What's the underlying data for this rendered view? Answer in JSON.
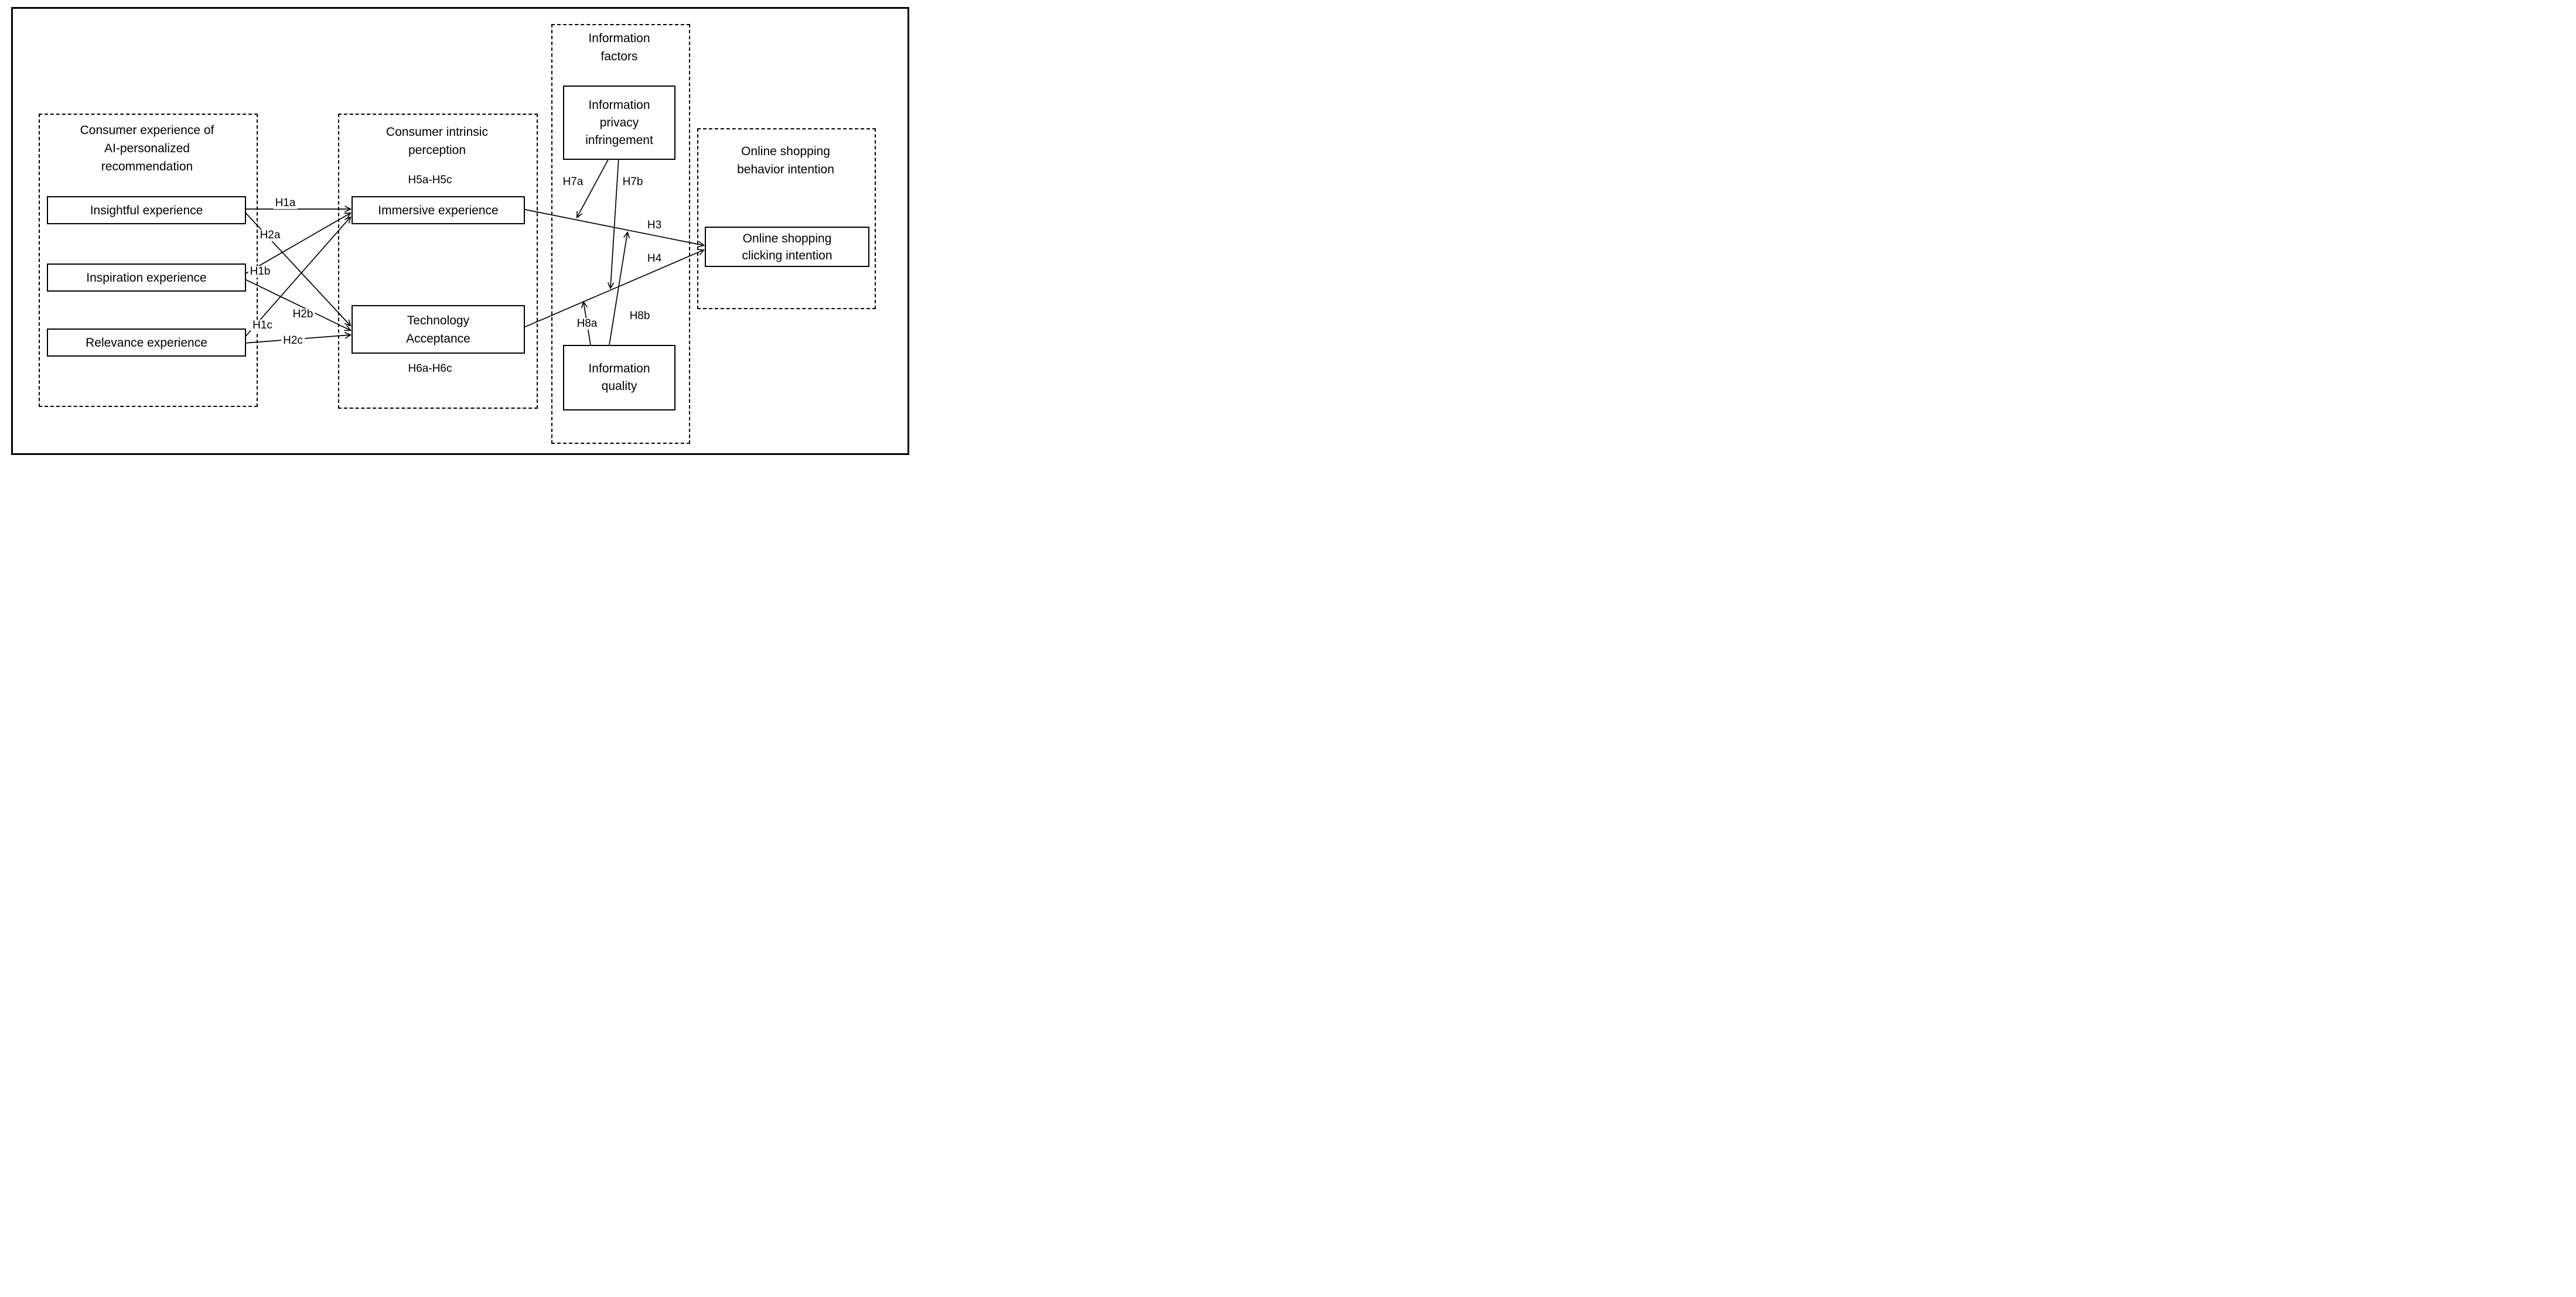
{
  "colors": {
    "ink": "#000000",
    "background": "#ffffff"
  },
  "groups": {
    "consumer_experience": {
      "title": [
        "Consumer experience of",
        "AI-personalized",
        "recommendation"
      ],
      "nodes": {
        "insightful": {
          "label": "Insightful experience"
        },
        "inspiration": {
          "label": "Inspiration experience"
        },
        "relevance": {
          "label": "Relevance experience"
        }
      }
    },
    "intrinsic_perception": {
      "title": [
        "Consumer intrinsic",
        "perception"
      ],
      "nodes": {
        "immersive": {
          "label": "Immersive experience",
          "hypothesis_range": "H5a-H5c"
        },
        "technology": {
          "label": [
            "Technology",
            "Acceptance"
          ],
          "hypothesis_range": "H6a-H6c"
        }
      }
    },
    "information_factors": {
      "title": [
        "Information",
        "factors"
      ],
      "nodes": {
        "privacy": {
          "label": [
            "Information",
            "privacy",
            "infringement"
          ]
        },
        "quality": {
          "label": [
            "Information",
            "quality"
          ]
        }
      }
    },
    "shopping_intention": {
      "title": [
        "Online shopping",
        "behavior intention"
      ],
      "nodes": {
        "clicking": {
          "label": [
            "Online shopping",
            "clicking intention"
          ]
        }
      }
    }
  },
  "edges": {
    "H1a": {
      "label": "H1a",
      "from": "insightful",
      "to": "immersive"
    },
    "H2a": {
      "label": "H2a",
      "from": "insightful",
      "to": "technology"
    },
    "H1b": {
      "label": "H1b",
      "from": "inspiration",
      "to": "immersive"
    },
    "H2b": {
      "label": "H2b",
      "from": "inspiration",
      "to": "technology"
    },
    "H1c": {
      "label": "H1c",
      "from": "relevance",
      "to": "immersive"
    },
    "H2c": {
      "label": "H2c",
      "from": "relevance",
      "to": "technology"
    },
    "H3": {
      "label": "H3",
      "from": "immersive",
      "to": "clicking"
    },
    "H4": {
      "label": "H4",
      "from": "technology",
      "to": "clicking"
    },
    "H7a": {
      "label": "H7a",
      "from": "privacy",
      "to": "path-H3"
    },
    "H7b": {
      "label": "H7b",
      "from": "privacy",
      "to": "path-H4"
    },
    "H8a": {
      "label": "H8a",
      "from": "quality",
      "to": "path-H4"
    },
    "H8b": {
      "label": "H8b",
      "from": "quality",
      "to": "path-H3"
    }
  }
}
